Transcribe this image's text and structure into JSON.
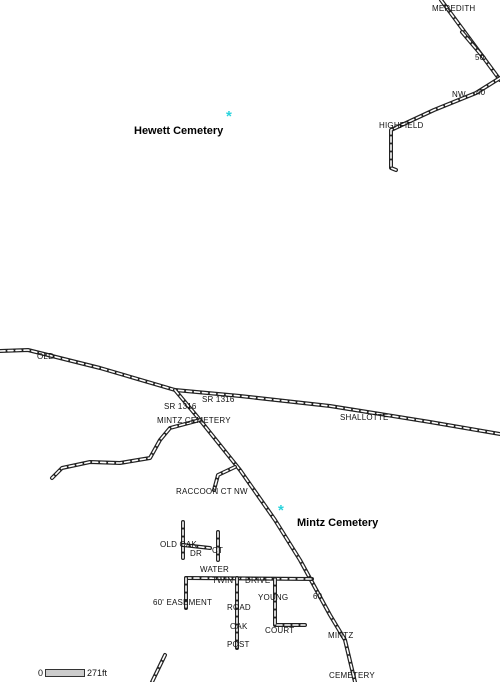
{
  "map": {
    "road_color": "#222222",
    "poi_color": "#29d3dc",
    "road_labels": [
      "MEREDITH",
      "50",
      "NW",
      "40",
      "HIGHFIELD",
      "OLD",
      "SR 1316",
      "SR 1316",
      "SHALLOTTE",
      "MINTZ CEMETERY",
      "RACCOON CT NW",
      "OLD OAK",
      "DR",
      "CT",
      "WATER",
      "TWIN",
      "DRIVE",
      "60' EASEMENT",
      "YOUNG",
      "60",
      "ROAD",
      "OAK",
      "COURT",
      "POST",
      "MINTZ",
      "CEMETERY"
    ],
    "points_of_interest": [
      {
        "name": "Hewett Cemetery",
        "icon": "cemetery-asterisk-icon"
      },
      {
        "name": "Mintz Cemetery",
        "icon": "cemetery-asterisk-icon"
      }
    ],
    "scale": {
      "min": "0",
      "max": "271ft"
    }
  }
}
